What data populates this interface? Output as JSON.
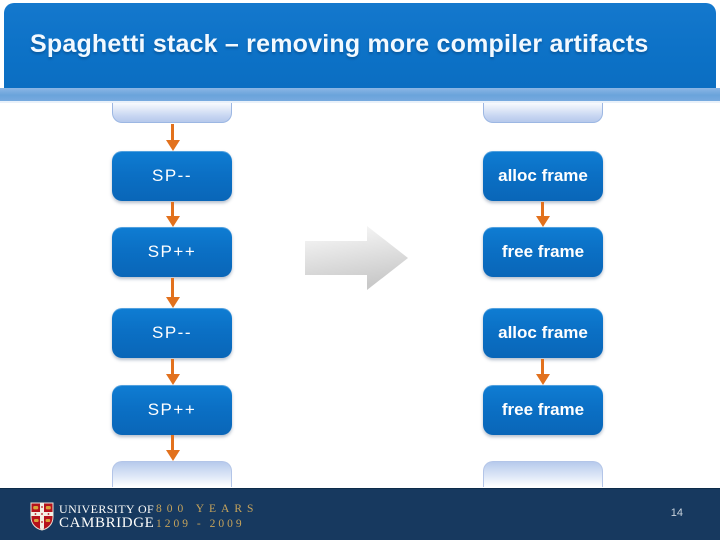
{
  "slide": {
    "title": "Spaghetti stack – removing more compiler artifacts",
    "page_number": "14"
  },
  "diagram": {
    "left_column": {
      "boxes": [
        "SP--",
        "SP++",
        "SP--",
        "SP++"
      ],
      "arrow_color": "#e2711d",
      "arrows": "between every box including faded continuation boxes"
    },
    "right_column": {
      "boxes": [
        "alloc frame",
        "free frame",
        "alloc frame",
        "free frame"
      ],
      "arrow_color": "#e2711d",
      "arrows": "only from alloc frame to free frame pairs"
    },
    "transform_arrow_direction": "right"
  },
  "footer": {
    "university_line1": "UNIVERSITY OF",
    "university_line2": "CAMBRIDGE",
    "anniversary_line1": "800 YEARS",
    "anniversary_line2": "1209 - 2009"
  },
  "colors": {
    "header_blue": "#0d72c7",
    "accent_strip_blue": "#6aa3db",
    "node_blue": "#0b70c5",
    "arrow_orange": "#e2711d",
    "footer_navy": "#17395f",
    "anniversary_gold": "#c5a35b",
    "big_arrow_gray_light": "#fbfbfb",
    "big_arrow_gray_dark": "#c9c9c9"
  }
}
